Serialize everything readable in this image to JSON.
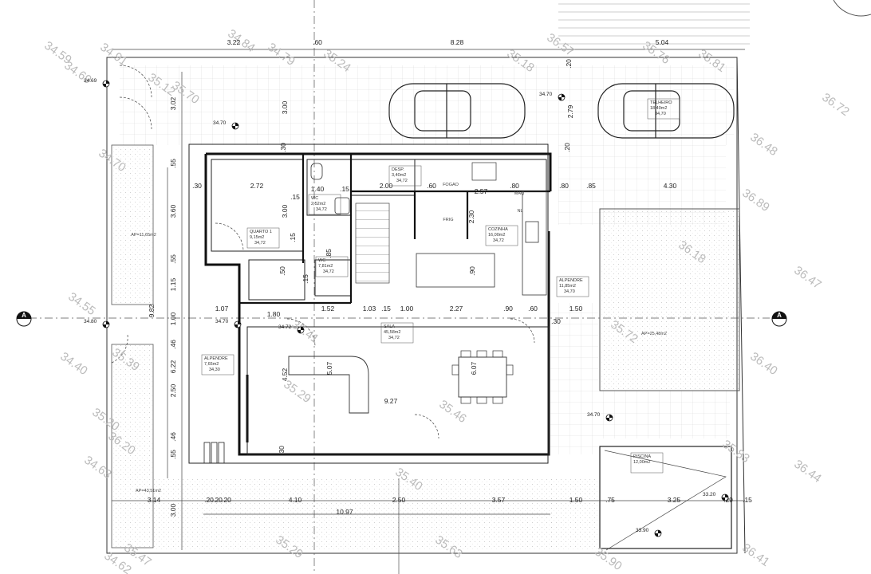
{
  "dimensions": {
    "top": [
      "3.22",
      ".60",
      "8.28",
      "5.04"
    ],
    "bottom": [
      "3.14",
      ".20",
      ".20",
      ".20",
      "4.10",
      "2.50",
      "3.57",
      "1.50",
      ".75",
      "3.25",
      ".29",
      ".15"
    ],
    "bottom_total": "10.97",
    "left_vertical": [
      "3.02",
      ".55",
      "3.60",
      ".55",
      "1.15",
      "1.00",
      ".46",
      "6.22",
      "2.50",
      ".46",
      ".55",
      "3.00"
    ],
    "left_total": "9.82",
    "interior": [
      "2.72",
      "1.40",
      "2.00",
      ".15",
      ".60",
      "2.57",
      ".80",
      ".80",
      ".85",
      "4.30",
      "3.00",
      "2.30",
      ".90",
      "1.07",
      "1.80",
      "1.52",
      "1.03",
      ".15",
      "1.00",
      "2.27",
      ".90",
      ".60",
      "1.50",
      ".30",
      "4.52",
      "5.07",
      "6.07",
      "9.27",
      "3.00",
      "2.79",
      ".20",
      ".20",
      ".30",
      ".30",
      ".15",
      ".85",
      ".15",
      ".50",
      ".30",
      ".15"
    ]
  },
  "rooms": [
    {
      "name": "QUARTO 1",
      "area": "9,15m2",
      "level": "34,72"
    },
    {
      "name": "WC",
      "area": "2,52m2",
      "level": "34,72"
    },
    {
      "name": "DESP.",
      "area": "3,40m2",
      "level": "34,72"
    },
    {
      "name": "COZINHA",
      "area": "16,00m2",
      "level": "34,72"
    },
    {
      "name": "WC",
      "area": "7,81m2",
      "level": "34,72"
    },
    {
      "name": "ALPENDRE",
      "area": "11,85m2",
      "level": "34,70"
    },
    {
      "name": "SALA",
      "area": "45,58m2",
      "level": "34,72"
    },
    {
      "name": "ALPENDRE",
      "area": "7,65m2",
      "level": "34,30"
    },
    {
      "name": "TELHEIRO",
      "area": "18,40m2",
      "level": "34,70"
    },
    {
      "name": "PISCINA",
      "area": "12,00m2",
      "level": ""
    }
  ],
  "areas": [
    "AP=11,65m2",
    "AP=25,48m2",
    "AP=43,51m2"
  ],
  "levels": [
    "34.69",
    "34.70",
    "34.70",
    "34.80",
    "34.70",
    "34.72",
    "34.70",
    "33.20",
    "33.90"
  ],
  "contours": [
    "34.59",
    "34.69",
    "34.91",
    "34.84",
    "34.79",
    "35.24",
    "35.12",
    "35.70",
    "34.70",
    "34.55",
    "34.40",
    "35.39",
    "35.20",
    "34.63",
    "34.62",
    "35.47",
    "35.29",
    "35.63",
    "36.72",
    "36.48",
    "36.89",
    "36.47",
    "36.40",
    "35.83",
    "36.44",
    "36.41",
    "35.72",
    "35.76",
    "35.29",
    "36.18",
    "35.46",
    "35.18",
    "36.57",
    "35.81",
    "35.41",
    "35.40",
    "35.90",
    "36.20"
  ],
  "section_marks": [
    "A",
    "A"
  ],
  "misc_labels": [
    "FOGAO",
    "FRIG",
    "MAQ",
    "NL"
  ]
}
